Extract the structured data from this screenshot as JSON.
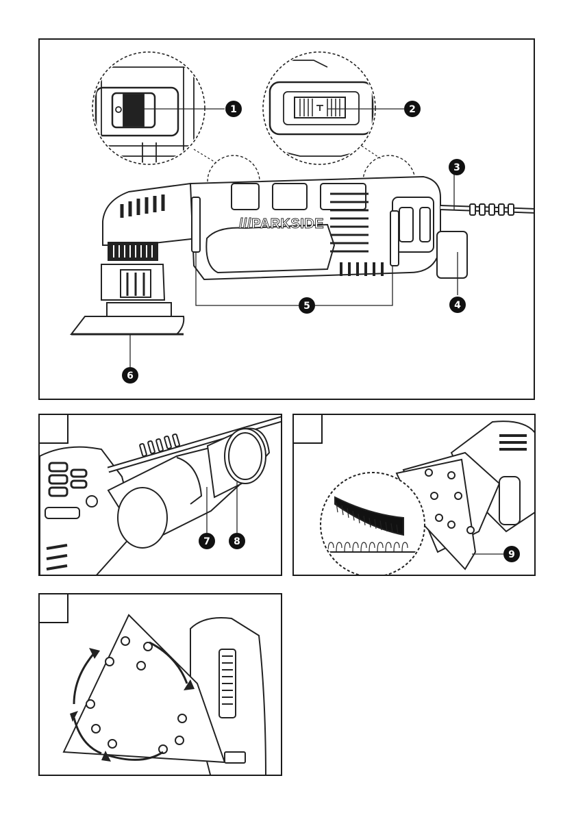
{
  "brand_logo": "///PARKSIDE",
  "main_figure": {
    "callouts": [
      "1",
      "2",
      "3",
      "4",
      "5",
      "6"
    ]
  },
  "figure_a": {
    "callouts": [
      "7",
      "8"
    ]
  },
  "figure_b": {
    "callouts": [
      "9"
    ]
  },
  "figure_c": {
    "callouts": []
  }
}
